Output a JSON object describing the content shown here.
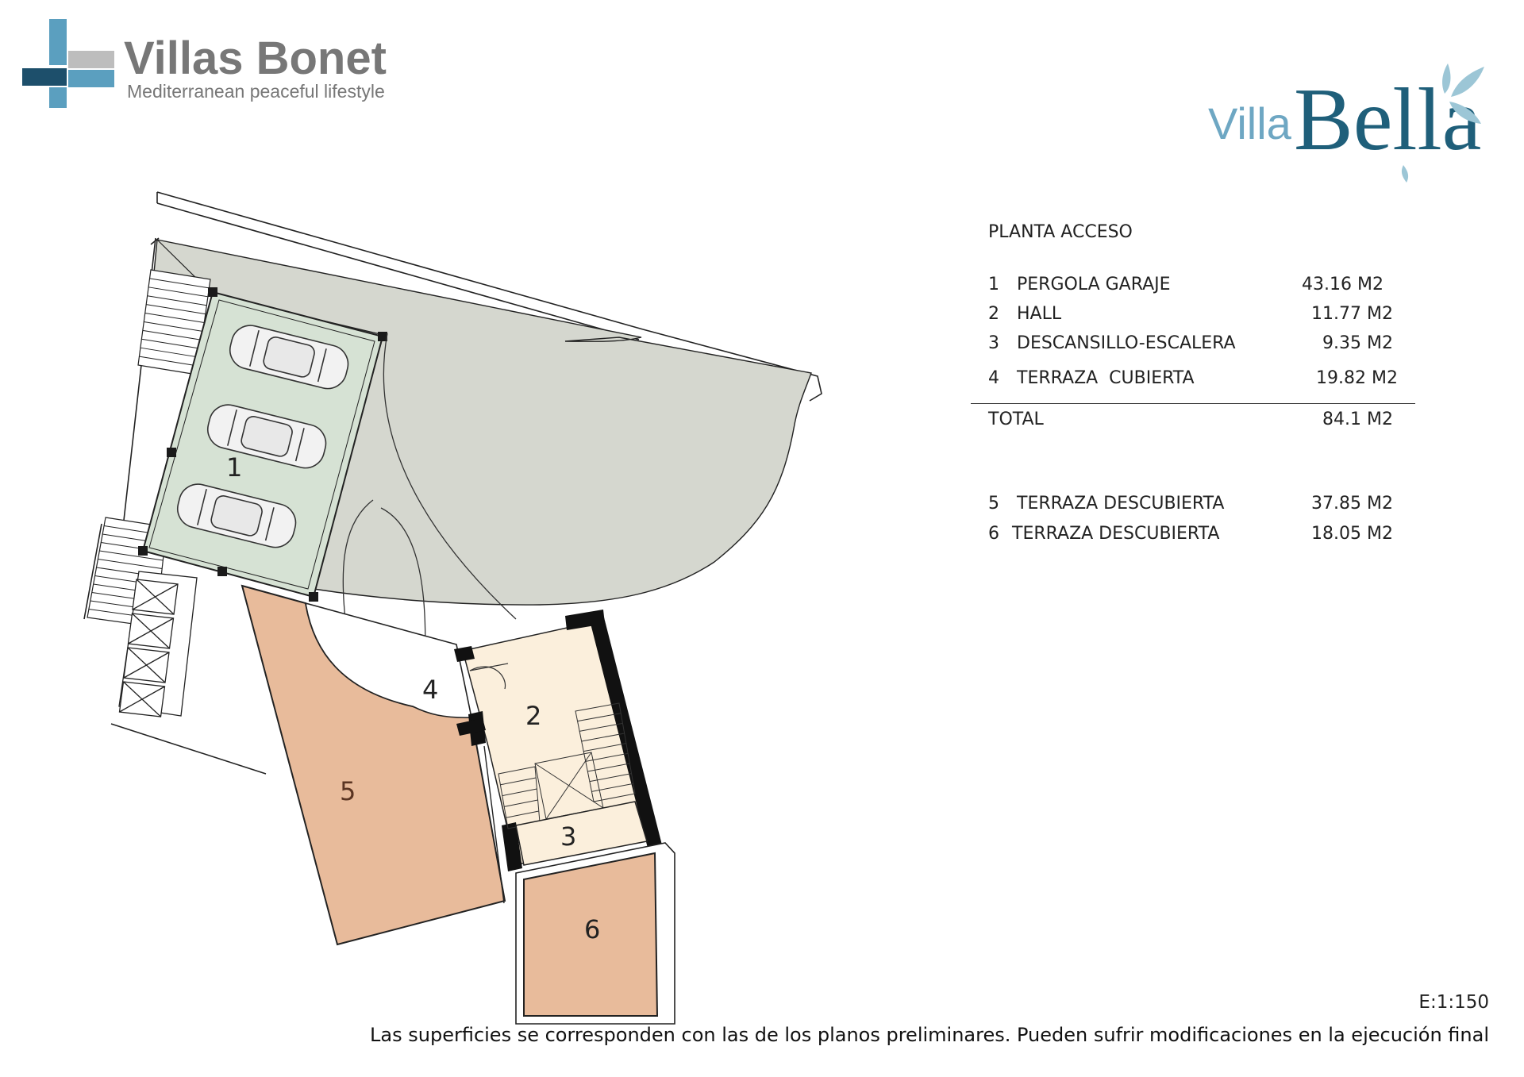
{
  "brand": {
    "name": "Villas Bonet",
    "tagline": "Mediterranean peaceful lifestyle",
    "colors": {
      "navy": "#1d4f6b",
      "blue": "#5b9fbf",
      "grey": "#9a9a9a",
      "text": "#777777"
    }
  },
  "project_logo": {
    "word1": "Villa",
    "word2": "Bella",
    "colors": {
      "word1": "#6ea7c3",
      "word2": "#1f5f7a",
      "leaves": "#9cc6d6"
    }
  },
  "areas": {
    "heading": "PLANTA ACCESO",
    "rooms": [
      {
        "num": "1",
        "name": "PERGOLA GARAJE",
        "area": "43.16 M2"
      },
      {
        "num": "2",
        "name": "HALL",
        "area": "11.77 M2"
      },
      {
        "num": "3",
        "name": "DESCANSILLO-ESCALERA",
        "area": "9.35 M2"
      },
      {
        "num": "4",
        "name": "TERRAZA  CUBIERTA",
        "area": "19.82 M2"
      }
    ],
    "total_label": "TOTAL",
    "total_area": "84.1 M2",
    "extras": [
      {
        "num": "5",
        "name": "TERRAZA DESCUBIERTA",
        "area": "37.85 M2"
      },
      {
        "num": "6",
        "name": "TERRAZA DESCUBIERTA",
        "area": "18.05 M2"
      }
    ]
  },
  "plan": {
    "labels": [
      "1",
      "2",
      "3",
      "4",
      "5",
      "6"
    ],
    "colors": {
      "driveway": "#d5d7cf",
      "garage": "#d6e2d4",
      "hall": "#fbefdc",
      "terrace": "#e8bb9b",
      "wall": "#111111"
    }
  },
  "footer": {
    "scale": "E:1:150",
    "disclaimer": "Las superficies se corresponden con las de los planos preliminares. Pueden sufrir modificaciones en la ejecución final"
  }
}
